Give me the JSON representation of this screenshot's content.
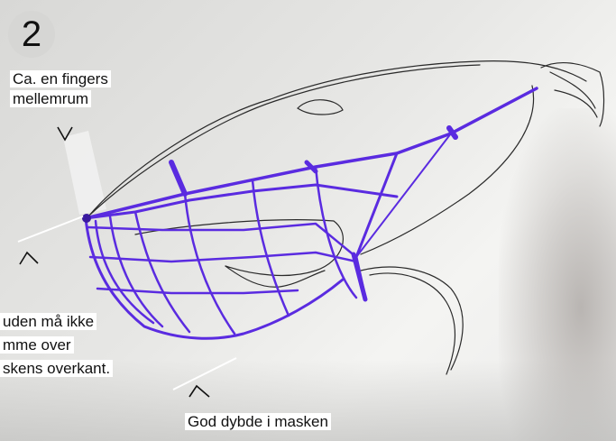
{
  "step_number": "2",
  "labels": {
    "finger_gap": [
      "Ca. en fingers",
      "mellemrum"
    ],
    "nose_edge": [
      "uden må ikke",
      "mme over",
      "skens overkant."
    ],
    "depth": "God dybde i masken"
  },
  "colors": {
    "muzzle": "#5a2be0",
    "sketch": "#2a2a2a",
    "label_bg": "#ffffff",
    "badge_bg": "#d6d6d4"
  }
}
